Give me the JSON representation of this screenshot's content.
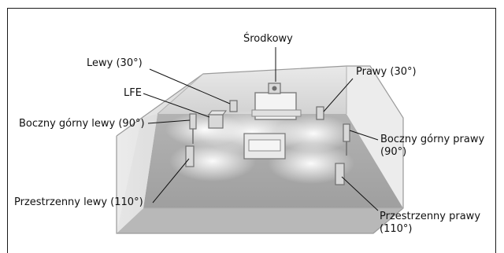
{
  "labels": {
    "center": "Środkowy",
    "front_left": "Lewy (30°)",
    "front_right": "Prawy (30°)",
    "lfe": "LFE",
    "side_left": "Boczny górny lewy (90°)",
    "side_right": "Boczny górny prawy (90°)",
    "surround_left": "Przestrzenny lewy (110°)",
    "surround_right": "Przestrzenny prawy (110°)"
  },
  "colors": {
    "floor": "#a6a6a6",
    "wall": "#d9d9d9",
    "beam": "#f2f2f2",
    "speaker": "#6e6e6e",
    "text": "#111111"
  }
}
